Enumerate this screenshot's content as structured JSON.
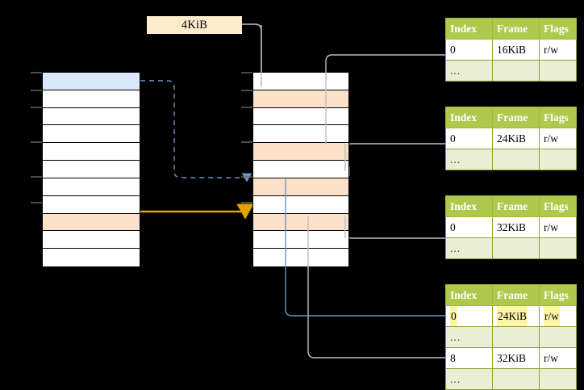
{
  "diagram": {
    "title_label": "4KiB",
    "colors": {
      "header_green": "#aec94b",
      "row_alt_green": "#e9eed5",
      "highlight_yellow": "#fbf5a6",
      "peach": "#fde1c8",
      "blue_row": "#dbe8fb",
      "orange_arrow": "#e8a700",
      "blue_arrow": "#6a8fc4",
      "gray_arrow": "#b3b3b3",
      "label_bg": "#fdeccb",
      "background": "#000000"
    },
    "left_column": {
      "name": "virtual-address-space",
      "row_count": 11,
      "rows": [
        {
          "index": 0,
          "fill": "blue"
        },
        {
          "index": 1,
          "fill": "white"
        },
        {
          "index": 2,
          "fill": "white"
        },
        {
          "index": 3,
          "fill": "white"
        },
        {
          "index": 4,
          "fill": "white"
        },
        {
          "index": 5,
          "fill": "white"
        },
        {
          "index": 6,
          "fill": "white"
        },
        {
          "index": 7,
          "fill": "white"
        },
        {
          "index": 8,
          "fill": "peach"
        },
        {
          "index": 9,
          "fill": "white"
        },
        {
          "index": 10,
          "fill": "white"
        }
      ]
    },
    "middle_column": {
      "name": "physical-memory",
      "row_count": 11,
      "rows": [
        {
          "index": 0,
          "fill": "white"
        },
        {
          "index": 1,
          "fill": "peach"
        },
        {
          "index": 2,
          "fill": "white"
        },
        {
          "index": 3,
          "fill": "white"
        },
        {
          "index": 4,
          "fill": "peach"
        },
        {
          "index": 5,
          "fill": "white"
        },
        {
          "index": 6,
          "fill": "peach"
        },
        {
          "index": 7,
          "fill": "white"
        },
        {
          "index": 8,
          "fill": "peach"
        },
        {
          "index": 9,
          "fill": "white"
        },
        {
          "index": 10,
          "fill": "white"
        }
      ]
    },
    "tables": [
      {
        "name": "page-table-level-1",
        "headers": [
          "Index",
          "Frame",
          "Flags"
        ],
        "rows": [
          {
            "cells": [
              "0",
              "16KiB",
              "r/w"
            ],
            "style": "normal",
            "highlight": []
          },
          {
            "cells": [
              "...",
              "",
              ""
            ],
            "style": "ellipsis",
            "highlight": []
          }
        ]
      },
      {
        "name": "page-table-level-2",
        "headers": [
          "Index",
          "Frame",
          "Flags"
        ],
        "rows": [
          {
            "cells": [
              "0",
              "24KiB",
              "r/w"
            ],
            "style": "normal",
            "highlight": []
          },
          {
            "cells": [
              "...",
              "",
              ""
            ],
            "style": "ellipsis",
            "highlight": []
          }
        ]
      },
      {
        "name": "page-table-level-3",
        "headers": [
          "Index",
          "Frame",
          "Flags"
        ],
        "rows": [
          {
            "cells": [
              "0",
              "32KiB",
              "r/w"
            ],
            "style": "normal",
            "highlight": []
          },
          {
            "cells": [
              "...",
              "",
              ""
            ],
            "style": "ellipsis",
            "highlight": []
          }
        ]
      },
      {
        "name": "page-table-level-4",
        "headers": [
          "Index",
          "Frame",
          "Flags"
        ],
        "rows": [
          {
            "cells": [
              "0",
              "24KiB",
              "r/w"
            ],
            "style": "normal",
            "highlight": [
              0,
              1,
              2
            ]
          },
          {
            "cells": [
              "...",
              "",
              ""
            ],
            "style": "ellipsis",
            "highlight": []
          },
          {
            "cells": [
              "8",
              "32KiB",
              "r/w"
            ],
            "style": "normal",
            "highlight": []
          },
          {
            "cells": [
              "...",
              "",
              ""
            ],
            "style": "ellipsis",
            "highlight": []
          }
        ]
      }
    ]
  }
}
